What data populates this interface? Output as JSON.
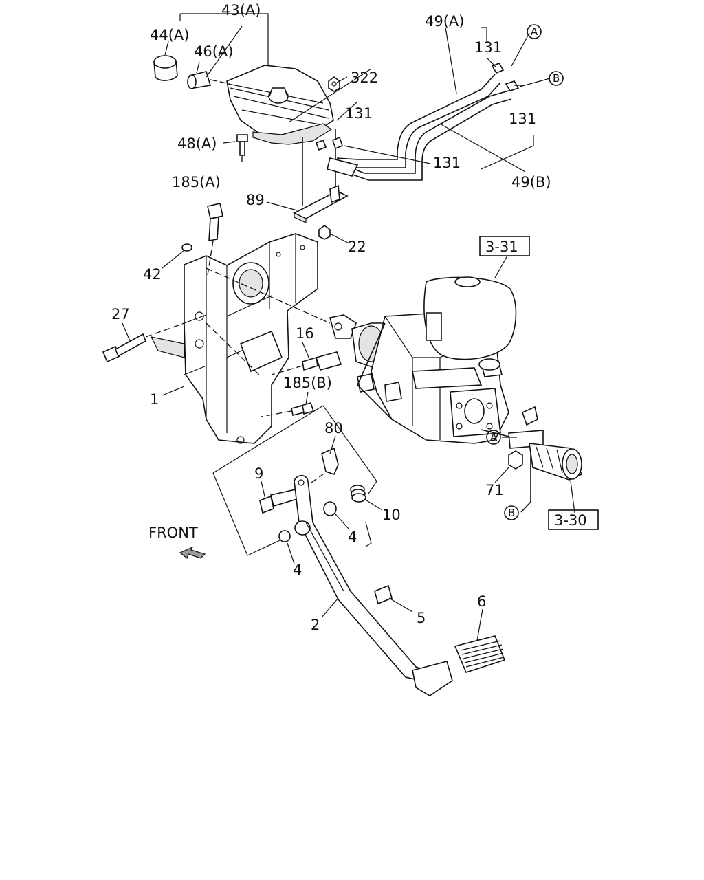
{
  "diagram": {
    "labels": {
      "p43a": "43(A)",
      "p44a": "44(A)",
      "p46a": "46(A)",
      "p322": "322",
      "p131_1": "131",
      "p131_2": "131",
      "p131_3": "131",
      "p131_4": "131",
      "p49a": "49(A)",
      "p49b": "49(B)",
      "p48a": "48(A)",
      "p185a": "185(A)",
      "p89": "89",
      "p22": "22",
      "p42": "42",
      "p27": "27",
      "p16": "16",
      "p185b": "185(B)",
      "p1": "1",
      "p80": "80",
      "p9": "9",
      "p10": "10",
      "p4_1": "4",
      "p4_2": "4",
      "p2": "2",
      "p5": "5",
      "p6": "6",
      "p71": "71",
      "ref331": "3-31",
      "ref330": "3-30",
      "front": "FRONT"
    },
    "connectors": {
      "a_top": "A",
      "b_top": "B",
      "a_bottom": "A",
      "b_bottom": "B"
    }
  }
}
